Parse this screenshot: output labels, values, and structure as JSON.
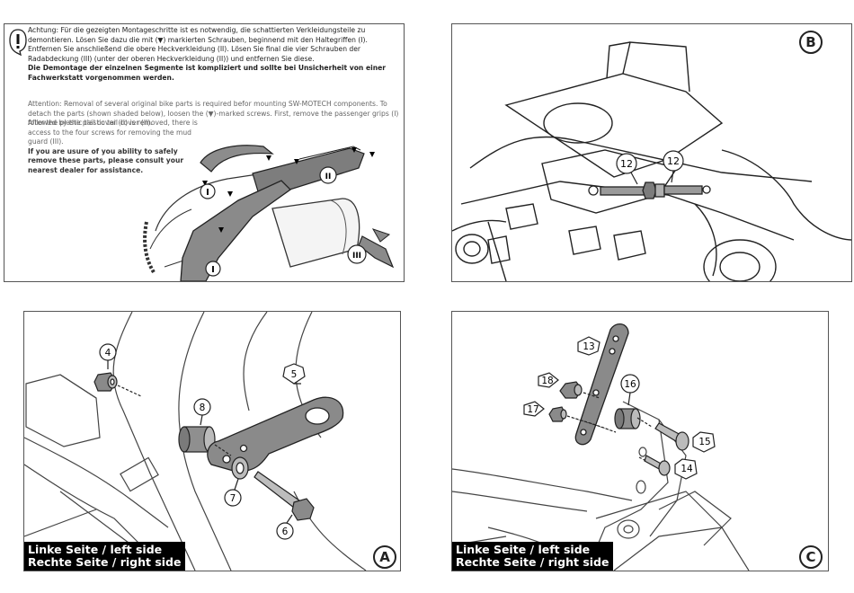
{
  "panel_top_left": {
    "german_paragraph": "Achtung: Für die gezeigten Montageschritte ist es notwendig, die schattierten Verkleidungsteile zu demontieren. Lösen Sie dazu die mit (▼) markierten Schrauben, beginnend mit den Haltegriffen (I). Entfernen Sie anschließend die obere Heckverkleidung (II). Lösen Sie final die vier Schrauben der Radabdeckung (III) (unter der oberen Heckverkleidung (II)) und entfernen Sie diese.",
    "german_bold": "Die Demontage der einzelnen Segmente ist kompliziert und sollte bei Unsicherheit von einer Fachwerkstatt vorgenommen werden.",
    "english_paragraph_1": "Attention: Removal of several original bike parts is required befor mounting SW-MOTECH components. To detach the parts (shown shaded below), loosen the (▼)-marked screws. First, remove the passenger grips (I) followed by the plastic tail cover (II).",
    "english_paragraph_2": "After the plastic tail cover (II) is removed, there is access to the four screws for removing the mud guard (III).",
    "english_bold": "If you are usure of you ability to safely remove these parts, please consult your nearest dealer for assistance.",
    "labels": {
      "grip_upper": "I",
      "grip_lower": "I",
      "tail_cover": "II",
      "mud_guard": "III"
    }
  },
  "panel_top_right": {
    "letter": "B",
    "callouts": [
      "12",
      "12"
    ]
  },
  "panel_bottom_left": {
    "letter": "A",
    "side_line_1": "Linke Seite / left side",
    "side_line_2": "Rechte Seite / right side",
    "callouts": {
      "nut": "4",
      "plate": "5",
      "bolt": "6",
      "washer": "7",
      "spacer": "8"
    }
  },
  "panel_bottom_right": {
    "letter": "C",
    "side_line_1": "Linke Seite / left side",
    "side_line_2": "Rechte Seite / right side",
    "callouts": {
      "bracket": "13",
      "screw_small": "14",
      "screw_large": "15",
      "spacer": "16",
      "nut_small": "17",
      "nut_large": "18"
    }
  }
}
